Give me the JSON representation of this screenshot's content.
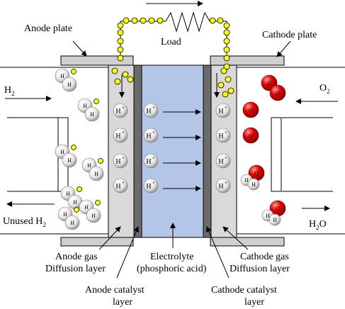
{
  "labels": {
    "load": "Load",
    "anode_plate": "Anode plate",
    "cathode_plate": "Cathode plate",
    "h2_in": "H",
    "h2_in_sub": "2",
    "o2_in": "O",
    "o2_in_sub": "2",
    "unused_h2": "Unused H",
    "unused_h2_sub": "2",
    "h2o_out": "H",
    "h2o_out_sub": "2",
    "h2o_out_tail": "O",
    "anode_gas_1": "Anode gas",
    "anode_gas_2": "Diffusion layer",
    "electrolyte_1": "Electrolyte",
    "electrolyte_2": "(phosphoric acid)",
    "cathode_gas_1": "Cathode gas",
    "cathode_gas_2": "Diffusion layer",
    "anode_catalyst_1": "Anode catalyst",
    "anode_catalyst_2": "layer",
    "cathode_catalyst_1": "Cathode catalyst",
    "cathode_catalyst_2": "layer"
  },
  "glyphs": {
    "hydrogen": "H",
    "hydrogen_ion": "H",
    "plus": "+",
    "oxygen": "O"
  },
  "colors": {
    "electrolyte": "#b4c6e7",
    "gas_layer": "#d9d9d9",
    "catalyst": "#6b6b6b",
    "plate": "#cfcfcf",
    "wire_bead": "#ffff00",
    "oxygen_atom": "#e00000",
    "hydrogen_atom": "#eeeeee"
  }
}
